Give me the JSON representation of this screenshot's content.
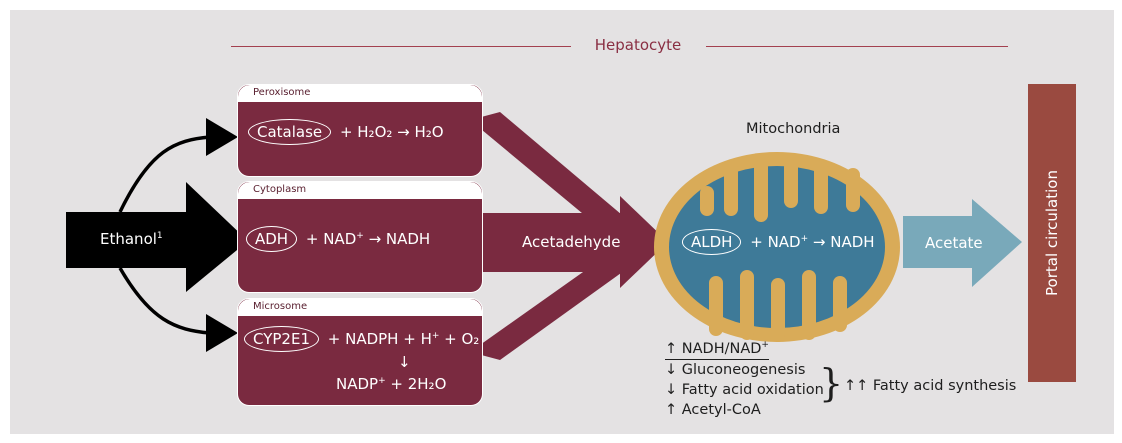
{
  "title": "Hepatocyte",
  "ethanol": {
    "label": "Ethanol",
    "sup": "1"
  },
  "compartments": [
    {
      "name": "Peroxisome",
      "enzyme": "Catalase",
      "reaction": "+ H₂O₂ → H₂O"
    },
    {
      "name": "Cytoplasm",
      "enzyme": "ADH",
      "reaction_pre": "+ NAD",
      "reaction_sup": "+",
      "reaction_post": " → NADH"
    },
    {
      "name": "Microsome",
      "enzyme": "CYP2E1",
      "reaction_pre": "+ NADPH + H",
      "reaction_sup": "+",
      "reaction_post": " + O₂",
      "arrow": "↓",
      "product_pre": "NADP",
      "product_sup": "+",
      "product_post": " + 2H₂O"
    }
  ],
  "acetaldehyde": "Acetadehyde",
  "mitochondria": {
    "label": "Mitochondria",
    "enzyme": "ALDH",
    "reaction_pre": "+ NAD",
    "reaction_sup": "+",
    "reaction_post": " → NADH"
  },
  "acetate": "Acetate",
  "portal": "Portal circulation",
  "effects": {
    "ratio_pre": "↑ NADH/NAD",
    "ratio_sup": "+",
    "items": [
      "↓ Gluconeogenesis",
      "↓ Fatty acid oxidation",
      "↑ Acetyl-CoA"
    ],
    "brace": "}",
    "result": "↑↑ Fatty acid synthesis"
  },
  "colors": {
    "panel": "#e4e2e3",
    "compartment": "#7a2a40",
    "mitochondria_outer": "#d9ab58",
    "mitochondria_inner": "#3e7a98",
    "acetate_arrow": "#79a9ba",
    "portal": "#9a4a40"
  }
}
